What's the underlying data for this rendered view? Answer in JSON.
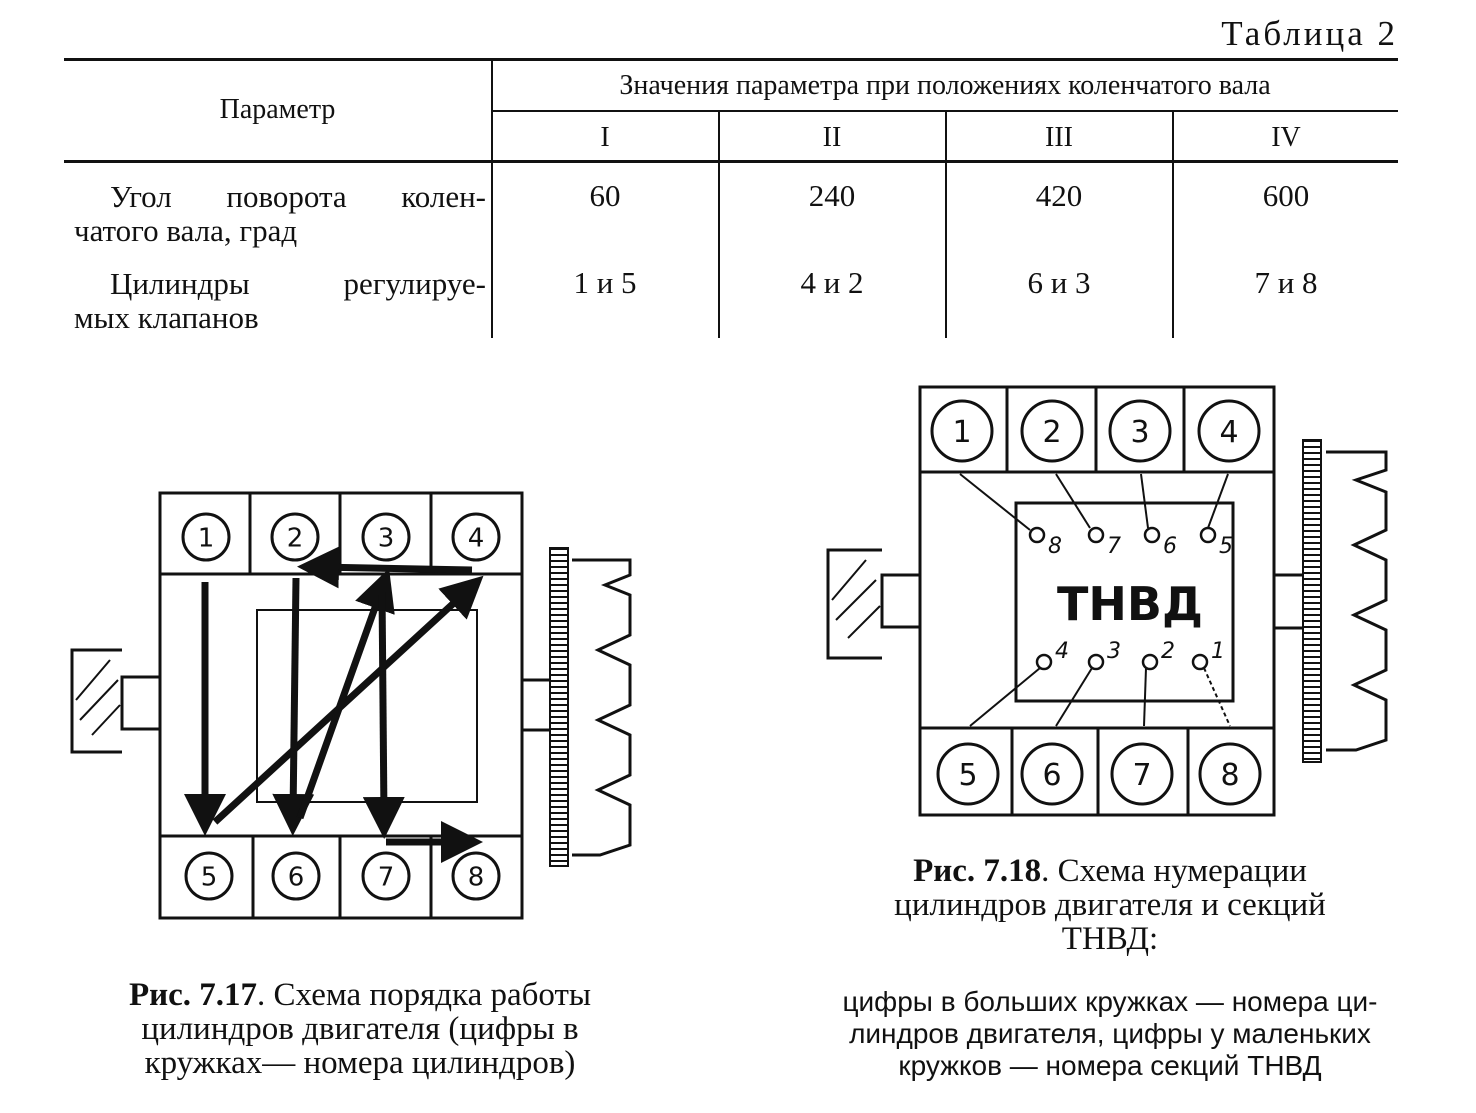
{
  "table": {
    "title": "Таблица 2",
    "param_header": "Параметр",
    "values_header": "Значения параметра при положениях коленчатого вала",
    "positions": [
      "I",
      "II",
      "III",
      "IV"
    ],
    "rows": [
      {
        "label_line1": "Угол поворота колен-",
        "label_line2": "чатого вала, град",
        "values": [
          "60",
          "240",
          "420",
          "600"
        ]
      },
      {
        "label_line1": "Цилиндры регулируе-",
        "label_line2": "мых клапанов",
        "values": [
          "1 и 5",
          "4 и 2",
          "6 и 3",
          "7 и 8"
        ]
      }
    ]
  },
  "fig717": {
    "top_cylinders": [
      "1",
      "2",
      "3",
      "4"
    ],
    "bottom_cylinders": [
      "5",
      "6",
      "7",
      "8"
    ],
    "caption_bold": "Рис. 7.17",
    "caption_line1": ". Схема порядка работы",
    "caption_line2": "цилиндров двигателя (цифры в",
    "caption_line3": "кружках— номера цилиндров)"
  },
  "fig718": {
    "top_cylinders": [
      "1",
      "2",
      "3",
      "4"
    ],
    "bottom_cylinders": [
      "5",
      "6",
      "7",
      "8"
    ],
    "pump_label": "ТНВД",
    "top_sections": [
      "8",
      "7",
      "6",
      "5"
    ],
    "bottom_sections": [
      "4",
      "3",
      "2",
      "1"
    ],
    "caption_bold": "Рис. 7.18",
    "caption_line1": ". Схема нумерации",
    "caption_line2": "цилиндров двигателя и секций",
    "caption_line3": "ТНВД:",
    "note_line1": "цифры в больших кружках — номера ци-",
    "note_line2": "линдров двигателя, цифры у маленьких",
    "note_line3": "кружков — номера секций ТНВД"
  }
}
